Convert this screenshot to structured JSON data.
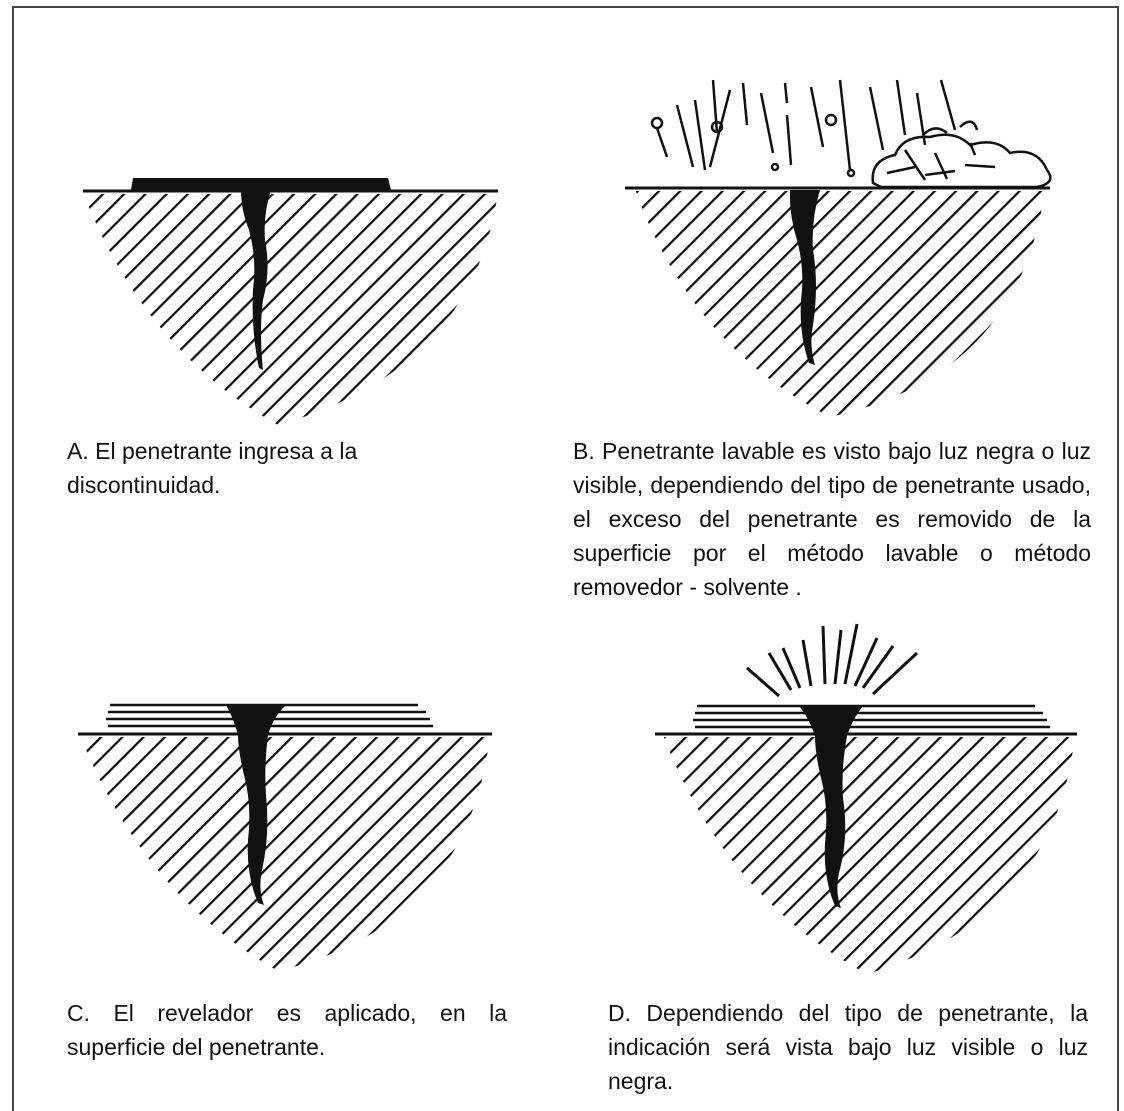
{
  "captions": {
    "a": "A. El penetrante ingresa a la discontinuidad.",
    "b": "B.  Penetrante lavable es visto bajo luz negra o luz visible, dependiendo del tipo de penetrante usado, el exceso del penetrante es removido de la superficie por el método lavable o método removedor - solvente .",
    "c": "C. El revelador es aplicado, en la superficie del penetrante.",
    "d": "D. Dependiendo del tipo de penetrante, la indicación será vista bajo luz visible o luz negra."
  },
  "colors": {
    "ink": "#111111",
    "background": "#ffffff",
    "border": "#444444"
  },
  "icons": [
    "crack-icon",
    "hatch-material-icon",
    "rinse-spray-icon",
    "light-rays-icon"
  ]
}
